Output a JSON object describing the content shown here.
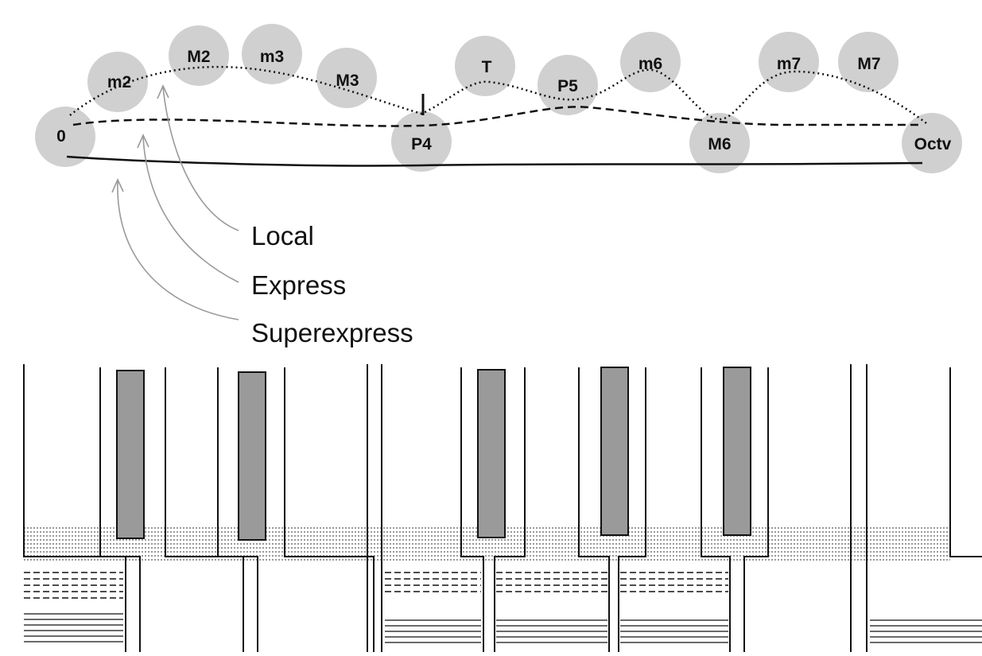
{
  "intervals": [
    {
      "label": "0",
      "kind": "superexpress"
    },
    {
      "label": "m2",
      "kind": "local"
    },
    {
      "label": "M2",
      "kind": "local"
    },
    {
      "label": "m3",
      "kind": "local"
    },
    {
      "label": "M3",
      "kind": "local"
    },
    {
      "label": "P4",
      "kind": "superexpress"
    },
    {
      "label": "T",
      "kind": "local"
    },
    {
      "label": "P5",
      "kind": "local"
    },
    {
      "label": "m6",
      "kind": "local"
    },
    {
      "label": "M6",
      "kind": "superexpress"
    },
    {
      "label": "m7",
      "kind": "local"
    },
    {
      "label": "M7",
      "kind": "local"
    },
    {
      "label": "Octv",
      "kind": "superexpress"
    }
  ],
  "routes": [
    {
      "label": "Local",
      "line_style": "dotted"
    },
    {
      "label": "Express",
      "line_style": "dashed"
    },
    {
      "label": "Superexpress",
      "line_style": "solid"
    }
  ],
  "colors": {
    "halo": "#c8c8c8",
    "black_key_fill": "#9a9a9a",
    "ink": "#111111"
  }
}
